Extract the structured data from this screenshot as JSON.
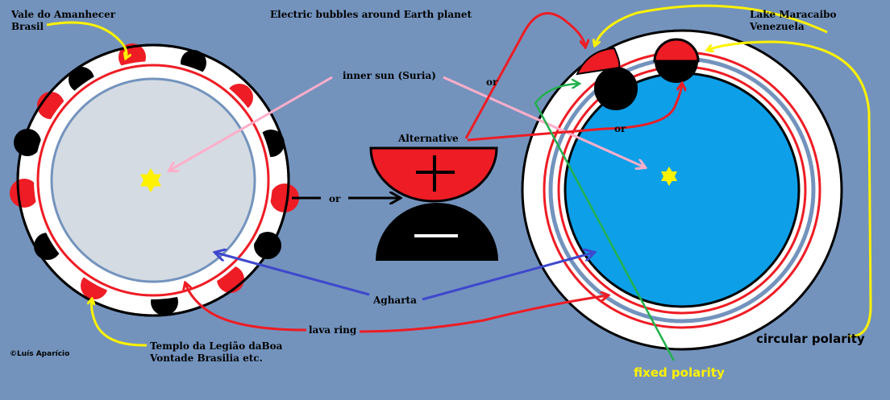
{
  "title": "Electric bubbles around Earth planet",
  "labels": {
    "vale_line1": "Vale do Amanhecer",
    "vale_line2": "Brasil",
    "lake_line1": "Lake Maracaibo",
    "lake_line2": "Venezuela",
    "inner_sun": "inner sun (Suria)",
    "alternative": "Alternative",
    "or_top": "or",
    "or_right": "or",
    "or_left": "or",
    "agharta": "Agharta",
    "lava_ring": "lava ring",
    "templo_line1": "Templo da Legião daBoa",
    "templo_line2": "Vontade Brasilia  etc.",
    "copyright": "©Luís Aparício",
    "circular_polarity": "circular polarity",
    "fixed_polarity": "fixed polarity"
  },
  "colors": {
    "background": "#7393bd",
    "red": "#ee1c24",
    "black": "#000000",
    "white": "#ffffff",
    "inner_left": "#d4dbe3",
    "inner_right": "#0d9fe8",
    "sun": "#fff200",
    "yellow_arrow": "#fff200",
    "pink_arrow": "#ffaec9",
    "blue_arrow": "#3f48cc",
    "green_arrow": "#22b14c"
  },
  "icons": {
    "plus": "plus-sign",
    "minus": "minus-sign",
    "sun": "six-point-star"
  }
}
